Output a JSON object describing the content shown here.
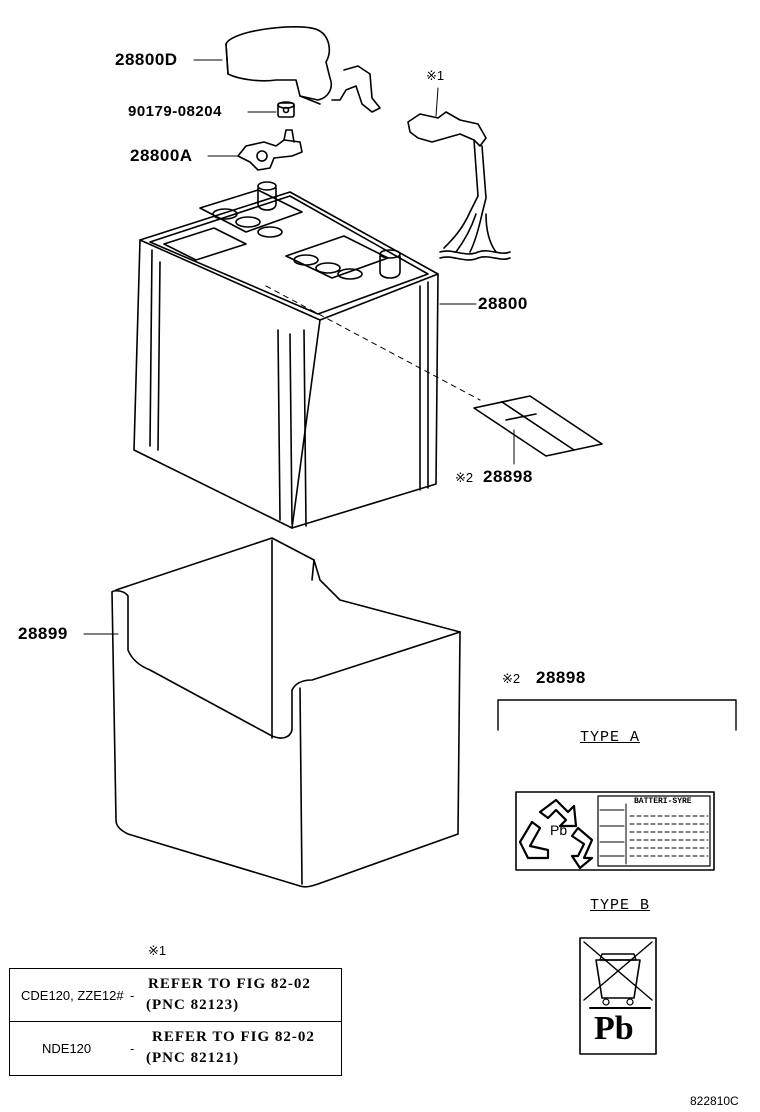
{
  "parts": {
    "cover": "28800D",
    "nut": "90179-08204",
    "clamp": "28800A",
    "battery": "28800",
    "label_small": "28898",
    "tray": "28899"
  },
  "marks": {
    "note1": "※1",
    "note2": "※2"
  },
  "label_section": {
    "note": "※2",
    "part": "28898",
    "type_a": "TYPE A",
    "type_b": "TYPE B",
    "type_a_heading": "BATTERI-SYRE",
    "type_b_text": "Pb"
  },
  "note_table": {
    "marker": "※1",
    "rows": [
      {
        "model": "CDE120, ZZE12#",
        "dash": "-",
        "ref_line1": "REFER TO FIG 82-02",
        "ref_line2": "(PNC 82123)"
      },
      {
        "model": "NDE120",
        "dash": "-",
        "ref_line1": "REFER TO FIG 82-02",
        "ref_line2": "(PNC 82121)"
      }
    ]
  },
  "figure_code": "822810C",
  "colors": {
    "line": "#000000",
    "background": "#ffffff"
  },
  "icons": [
    "recycle-icon",
    "crossed-bin-icon",
    "battery-icon"
  ]
}
